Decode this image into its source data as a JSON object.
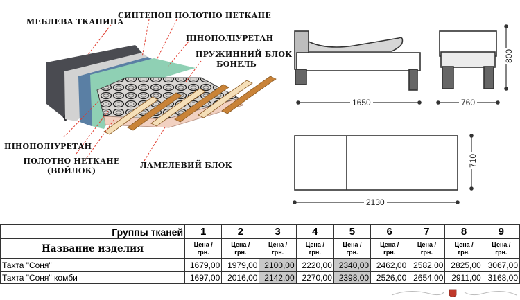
{
  "diagram": {
    "labels": {
      "fabric": "МЕБЛЕВА ТКАНИНА",
      "sintepon": "СИНТЕПОН",
      "nonwoven_top": "ПОЛОТНО НЕТКАНЕ",
      "pu_top": "ПІНОПОЛІУРЕТАН",
      "spring_line1": "ПРУЖИННИЙ БЛОК",
      "spring_line2": "БОНЕЛЬ",
      "pu_bottom": "ПІНОПОЛІУРЕТАН",
      "felt_line1": "ПОЛОТНО НЕТКАНЕ",
      "felt_line2": "(ВОЙЛОК)",
      "slats": "ЛАМЕЛЕВИЙ БЛОК"
    },
    "colors": {
      "fabric": "#4a4b51",
      "sintepon": "#d2d2d2",
      "nonwoven": "#5a7fa4",
      "pu": "#8fd0b4",
      "foam_front": "#f2d1c1",
      "slat_light": "#f5dfb8",
      "slat_dark": "#c98338",
      "leader": "#e0392b"
    }
  },
  "dimensions": {
    "length": "1650",
    "depth": "760",
    "height": "800",
    "full_length": "2130",
    "full_width": "710"
  },
  "table": {
    "groups_label": "Группы тканей",
    "product_header": "Название изделия",
    "price_label_1": "Цена /",
    "price_label_2": "грн.",
    "groups": [
      "1",
      "2",
      "3",
      "4",
      "5",
      "6",
      "7",
      "8",
      "9"
    ],
    "rows": [
      {
        "name": "Тахта \"Соня\"",
        "prices": [
          "1679,00",
          "1979,00",
          "2100,00",
          "2220,00",
          "2340,00",
          "2462,00",
          "2582,00",
          "2825,00",
          "3067,00"
        ]
      },
      {
        "name": "Тахта \"Соня\" комби",
        "prices": [
          "1697,00",
          "2016,00",
          "2142,00",
          "2270,00",
          "2398,00",
          "2526,00",
          "2654,00",
          "2911,00",
          "3168,00"
        ]
      }
    ],
    "highlight_groups": [
      "3",
      "5"
    ]
  }
}
